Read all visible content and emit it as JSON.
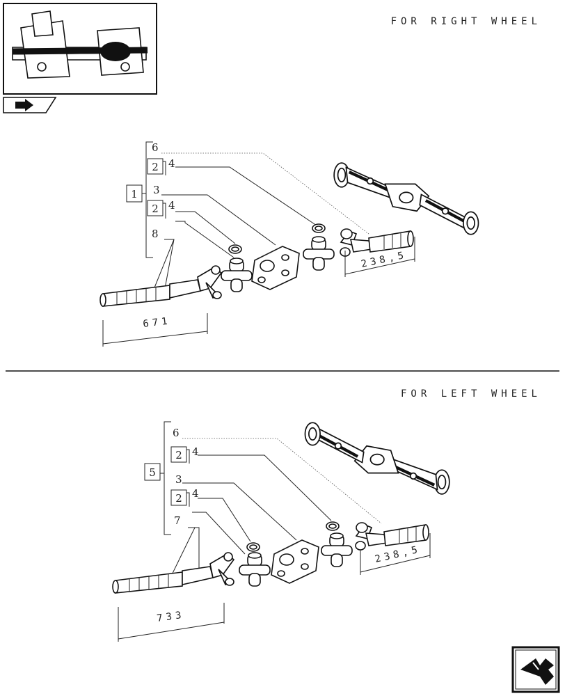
{
  "right_section": {
    "title": "FOR RIGHT WHEEL",
    "group_ref": "1",
    "part_refs": {
      "top": "6",
      "sub1": "4",
      "mid": "3",
      "sub2": "4",
      "bottom": "8"
    },
    "boxed_refs": [
      "2",
      "2"
    ],
    "long_shaft_length": "671",
    "short_shaft_length": "238,5"
  },
  "left_section": {
    "title": "FOR LEFT WHEEL",
    "group_ref": "5",
    "part_refs": {
      "top": "6",
      "sub1": "4",
      "mid": "3",
      "sub2": "4",
      "bottom": "7"
    },
    "boxed_refs": [
      "2",
      "2"
    ],
    "long_shaft_length": "733",
    "short_shaft_length": "238,5"
  },
  "icons": [
    "axle-thumbnail",
    "book-arrow-icon",
    "next-page-arrow-icon"
  ]
}
